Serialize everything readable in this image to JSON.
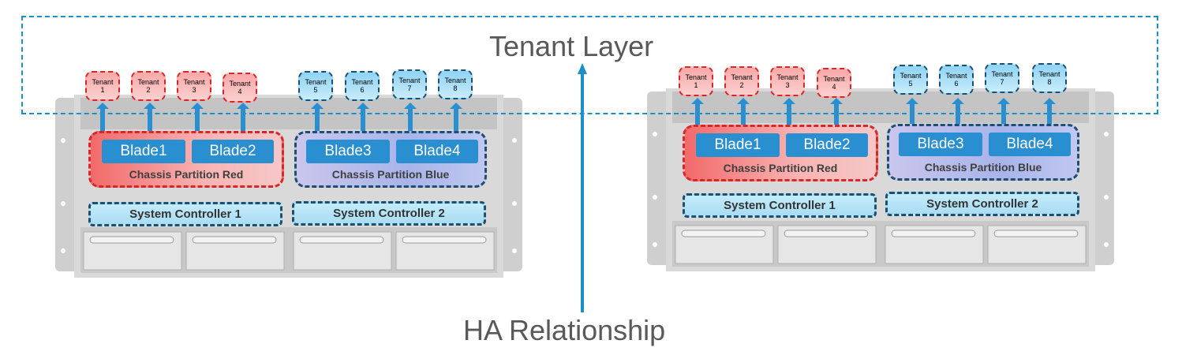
{
  "diagram": {
    "tenant_layer_label": "Tenant Layer",
    "ha_label": "HA Relationship",
    "colors": {
      "accent_blue": "#1a8fc8",
      "partition_red": "#d62828",
      "partition_blue": "#1f4e6e",
      "blade": "#2a8fd0"
    },
    "chassis": [
      {
        "tenants": [
          {
            "name": "Tenant",
            "num": "1",
            "color": "red"
          },
          {
            "name": "Tenant",
            "num": "2",
            "color": "red"
          },
          {
            "name": "Tenant",
            "num": "3",
            "color": "red"
          },
          {
            "name": "Tenant",
            "num": "4",
            "color": "red"
          },
          {
            "name": "Tenant",
            "num": "5",
            "color": "blue"
          },
          {
            "name": "Tenant",
            "num": "6",
            "color": "blue"
          },
          {
            "name": "Tenant",
            "num": "7",
            "color": "blue"
          },
          {
            "name": "Tenant",
            "num": "8",
            "color": "blue"
          }
        ],
        "partitions": [
          {
            "label": "Chassis Partition Red",
            "blades": [
              "Blade1",
              "Blade2"
            ]
          },
          {
            "label": "Chassis Partition Blue",
            "blades": [
              "Blade3",
              "Blade4"
            ]
          }
        ],
        "controllers": [
          "System Controller 1",
          "System Controller 2"
        ]
      },
      {
        "tenants": [
          {
            "name": "Tenant",
            "num": "1",
            "color": "red"
          },
          {
            "name": "Tenant",
            "num": "2",
            "color": "red"
          },
          {
            "name": "Tenant",
            "num": "3",
            "color": "red"
          },
          {
            "name": "Tenant",
            "num": "4",
            "color": "red"
          },
          {
            "name": "Tenant",
            "num": "5",
            "color": "blue"
          },
          {
            "name": "Tenant",
            "num": "6",
            "color": "blue"
          },
          {
            "name": "Tenant",
            "num": "7",
            "color": "blue"
          },
          {
            "name": "Tenant",
            "num": "8",
            "color": "blue"
          }
        ],
        "partitions": [
          {
            "label": "Chassis Partition Red",
            "blades": [
              "Blade1",
              "Blade2"
            ]
          },
          {
            "label": "Chassis Partition Blue",
            "blades": [
              "Blade3",
              "Blade4"
            ]
          }
        ],
        "controllers": [
          "System Controller 1",
          "System Controller 2"
        ]
      }
    ]
  }
}
